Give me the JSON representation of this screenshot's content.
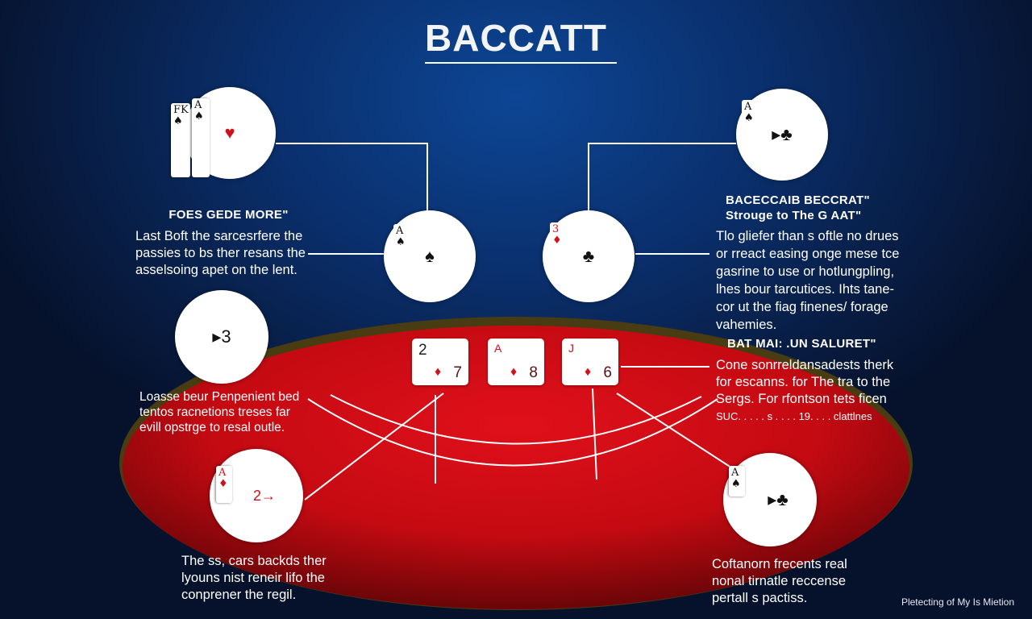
{
  "title": "BACCATT",
  "colors": {
    "table_red": "#d00c14",
    "background_blue": "#0a2f6c",
    "rim_gold": "#5a4a14"
  },
  "circles": [
    {
      "name": "top-left",
      "symbol": "♥",
      "cards": [
        "FK ♠",
        "A ♠"
      ]
    },
    {
      "name": "top-right",
      "symbol": "▸♣",
      "cards": [
        "A ♠"
      ]
    },
    {
      "name": "middle-left",
      "symbol": "♠",
      "cards": [
        "A ♠"
      ]
    },
    {
      "name": "middle-right",
      "symbol": "♣",
      "cards": [
        "3 ♦"
      ]
    },
    {
      "name": "left",
      "symbol": "▸3"
    },
    {
      "name": "bottom-left",
      "symbol": "2→",
      "cards": [
        "A ♦"
      ]
    },
    {
      "name": "bottom-right",
      "symbol": "▸♣",
      "cards": [
        "A ♠"
      ]
    }
  ],
  "blocks": {
    "left_top": {
      "heading": "FOES GEDE MORE\"",
      "lines": [
        "Last Boft the sarcesrfere the",
        "passies to bs ther resans the",
        "asselsoing apet on the lent."
      ]
    },
    "right_top": {
      "heading_lines": [
        "BACECCAIB BECCRAT\"",
        "Strouge to The G AAT\""
      ],
      "lines": [
        "Tlo gliefer than s oftle no drues",
        "or rreact easing onge mese tce",
        "gasrine to use or hotlungpling,",
        "lhes bour tarcutices. Ihts tane-",
        "cor ut the fiag finenes/ forage",
        "vahemies."
      ]
    },
    "right_mid": {
      "heading": "BAT MAI: .UN SALURET\"",
      "lines": [
        "Cone sonrreldansadests therk",
        "for escanns. for The tra to the",
        "Sergs. For rfontson tets ficen",
        "SUC. . . . . s . . . . 19. . . . clattlnes"
      ]
    },
    "left_mid": {
      "lines": [
        "Loasse beur Penpenient bed",
        "tentos racnetions treses far",
        "evill opstrge to resal outle."
      ]
    },
    "left_bottom": {
      "lines": [
        "The ss, cars backds ther",
        "lyouns nist reneir lifo the",
        "conprener the regil."
      ]
    },
    "right_bottom": {
      "lines": [
        "Coftanorn frecents real",
        "nonal tirnatle reccense",
        "pertall s pactiss."
      ]
    }
  },
  "table_cards": [
    {
      "top": "2",
      "bottom": "7"
    },
    {
      "top": "A",
      "bottom": "8"
    },
    {
      "top": "J",
      "bottom": "6"
    }
  ],
  "footer": "Pletecting of My Is Mietion"
}
